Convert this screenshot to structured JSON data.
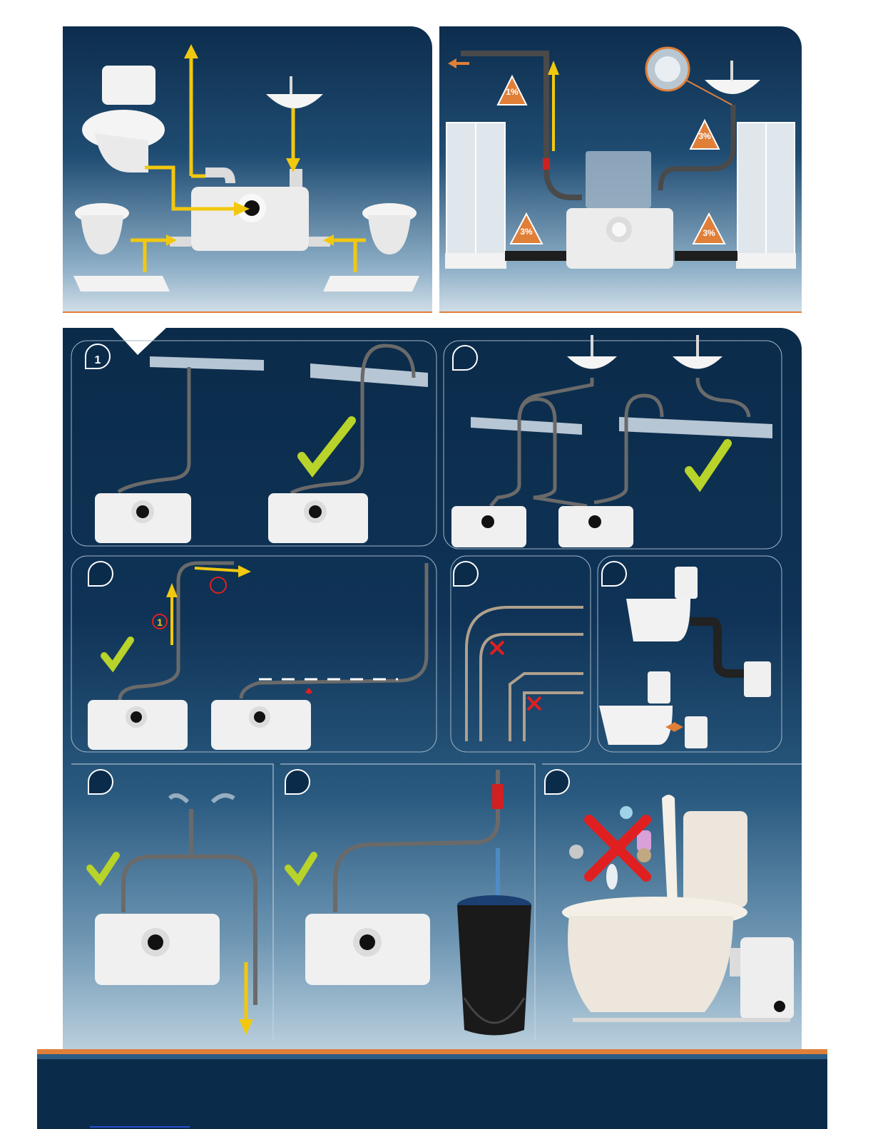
{
  "diagram_top_left": {
    "arrows_color": "#f2c80f",
    "fixtures": [
      "toilet-icon",
      "sink-icon",
      "bidet-icon",
      "bidet-icon",
      "shower-tray-icon",
      "shower-tray-icon",
      "pump-unit-icon"
    ]
  },
  "diagram_top_right": {
    "slopes": {
      "discharge": "1%",
      "sink": "3%",
      "shower_left": "3%",
      "shower_right": "3%"
    },
    "accent_color": "#e07f38"
  },
  "steps": {
    "s1": {
      "number": "1"
    },
    "s3_marker": {
      "number": "1"
    }
  },
  "colors": {
    "check": "#b8d32a",
    "cross": "#e02020",
    "panel_dark": "#0b2b4a",
    "orange": "#e07f38"
  }
}
